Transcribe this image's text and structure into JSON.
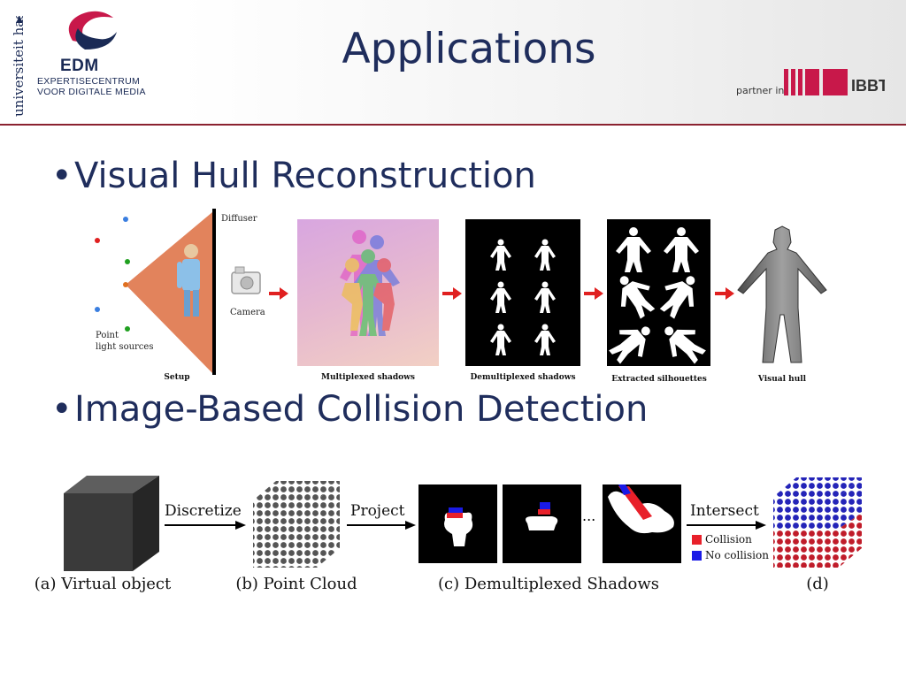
{
  "header": {
    "university": "universiteit hasselt",
    "edm_name": "EDM",
    "edm_line1": "EXPERTISECENTRUM",
    "edm_line2": "VOOR DIGITALE MEDIA",
    "title": "Applications",
    "partner_label": "partner in",
    "ibbt": "IBBT"
  },
  "bullets": [
    {
      "text": "Visual Hull Reconstruction"
    },
    {
      "text": "Image-Based Collision Detection"
    }
  ],
  "figure1": {
    "diffuser": "Diffuser",
    "camera": "Camera",
    "point_light_1": "Point",
    "point_light_2": "light sources",
    "captions": [
      "Setup",
      "Multiplexed shadows",
      "Demultiplexed shadows",
      "Extracted silhouettes",
      "Visual hull"
    ]
  },
  "figure2": {
    "step_discretize": "Discretize",
    "step_project": "Project",
    "step_intersect": "Intersect",
    "ellipsis": "...",
    "captions": [
      "(a) Virtual object",
      "(b) Point Cloud",
      "(c) Demultiplexed Shadows",
      "(d)"
    ],
    "legend": [
      {
        "label": "Collision",
        "color": "#e8202a"
      },
      {
        "label": "No collision",
        "color": "#1a1ae6"
      }
    ]
  },
  "colors": {
    "title": "#1f2d5c",
    "accent": "#c8184a",
    "rule": "#8b2230"
  }
}
